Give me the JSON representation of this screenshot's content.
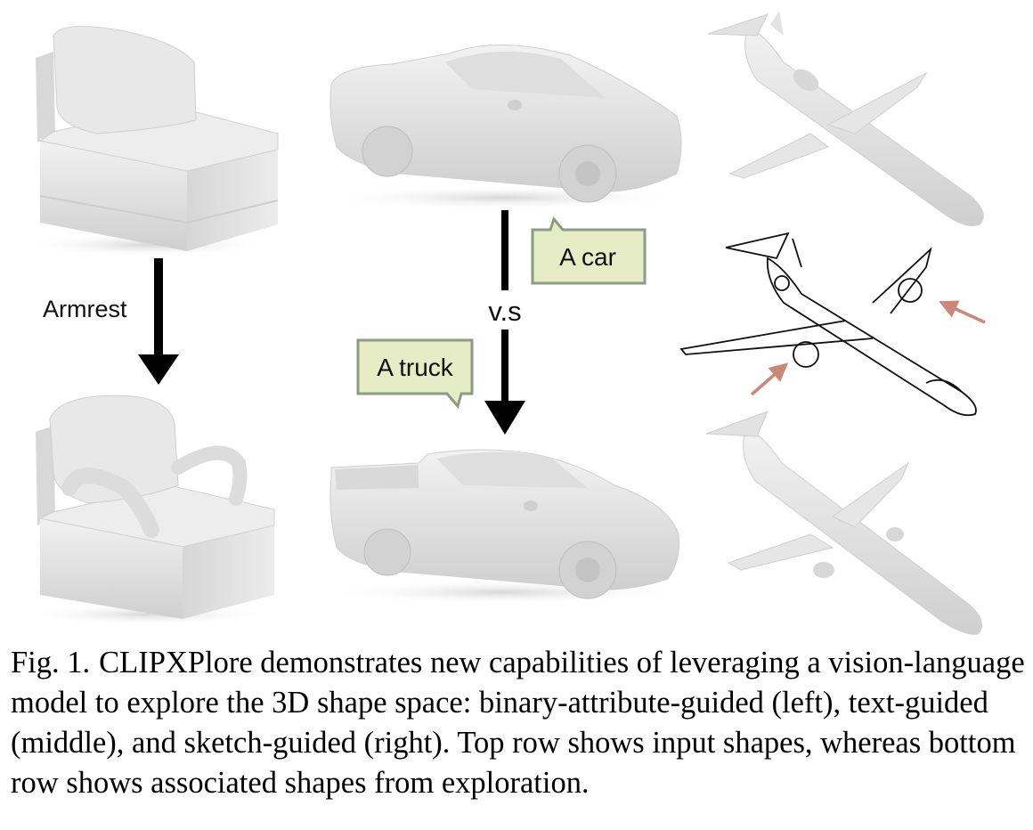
{
  "figure": {
    "labels": {
      "armrest": "Armrest",
      "versus": "v.s",
      "car_bubble": "A car",
      "truck_bubble": "A truck"
    },
    "colors": {
      "bubble_fill": "#e6ecc6",
      "bubble_stroke": "#8f9a86",
      "pointer_arrow": "#c98878",
      "shape_fill": "#e3e3e3",
      "shape_shade": "#c6c6c6"
    }
  },
  "caption": {
    "number": "Fig. 1.",
    "text": "CLIPXPlore demonstrates new capabilities of leveraging a vision-language model to explore the 3D shape space: binary-attribute-guided (left), text-guided (middle), and sketch-guided (right). Top row shows input shapes, whereas bottom row shows associated shapes from exploration."
  }
}
